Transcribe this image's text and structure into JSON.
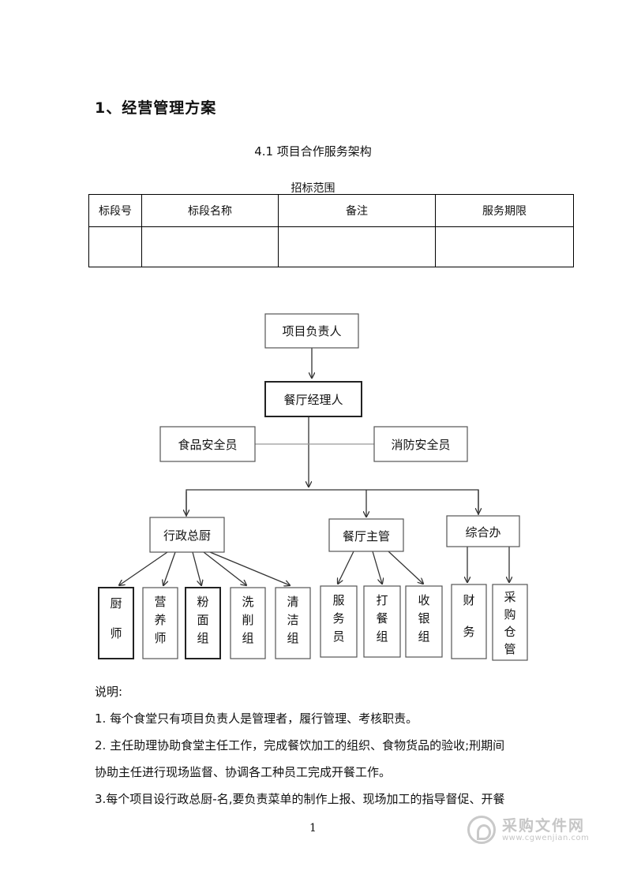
{
  "heading": "1、经营管理方案",
  "subheading": "4.1 项目合作服务架构",
  "table": {
    "caption": "招标范围",
    "headers": [
      "标段号",
      "标段名称",
      "备注",
      "服务期限"
    ]
  },
  "org": {
    "top": "项目负责人",
    "manager": "餐厅经理人",
    "side_left": "食品安全员",
    "side_right": "消防安全员",
    "branches": [
      {
        "label": "行政总厨",
        "children": [
          "厨师",
          "营养师",
          "粉面组",
          "洗削组",
          "清洁组"
        ]
      },
      {
        "label": "餐厅主管",
        "children": [
          "服务员",
          "打餐组",
          "收银组"
        ]
      },
      {
        "label": "综合办",
        "children": [
          "财务",
          "采购仓管"
        ]
      }
    ]
  },
  "notes": {
    "title": "说明:",
    "line1": "1. 每个食堂只有项目负责人是管理者，履行管理、考核职责。",
    "line2": "2. 主任助理协助食堂主任工作，完成餐饮加工的组织、食物货品的验收;刑期间",
    "line3": "协助主任进行现场监督、协调各工种员工完成开餐工作。",
    "line4": "3.每个项目设行政总厨-名,要负责菜单的制作上报、现场加工的指导督促、开餐"
  },
  "page_number": "1",
  "watermark": {
    "text": "采购文件网",
    "url": "www.cgwenjian.com"
  }
}
